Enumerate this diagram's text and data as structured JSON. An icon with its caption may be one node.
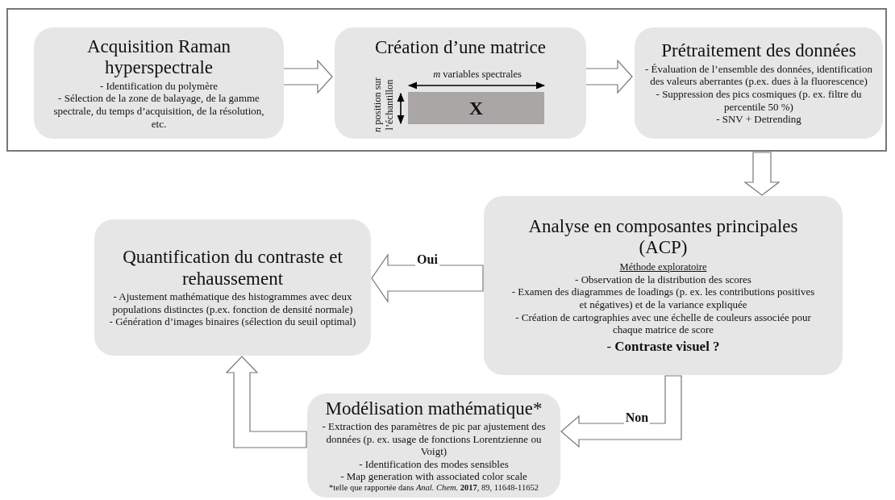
{
  "diagram": {
    "nodes": [
      {
        "text": [],
        "shape": "box"
      },
      {
        "text": [
          "Acquisition Raman hyperspectrale",
          "- Identification du polymère",
          "- Sélection de la zone de balayage, de la gamme spectrale, du temps d’acquisition, de la résolution, etc."
        ],
        "in": 0
      },
      {
        "text": [
          "Création d’une matrice",
          "*m* variables spectrales",
          "*n* position sur l’échantillon"
        ],
        "in": 0
      },
      {
        "text": [
          "X"
        ],
        "in": 2
      },
      {
        "text": [
          "Prétraitement des données",
          "- Évaluation de l’ensemble des données, identification des valeurs aberrantes (p.ex. dues à la fluorescence)",
          "- Suppression des pics cosmiques (p. ex. filtre du percentile 50 %)",
          "- SNV + Detrending"
        ],
        "in": 0
      },
      {
        "text": [
          "Analyse en composantes principales (ACP)",
          "Méthode exploratoire",
          "- Observation de la distribution des scores",
          "- Examen des diagrammes de loadings (p. ex. les contributions positives et négatives) et de la variance expliquée",
          "- Création de cartographies avec une échelle de couleurs associée pour chaque matrice de score",
          "- **Contraste visuel ?**"
        ]
      },
      {
        "text": [
          "Quantification du contraste et rehaussement",
          "- Ajustement mathématique des histogrammes avec deux populations distinctes (p.ex. fonction de densité normale)",
          "- Génération d’images binaires (sélection du seuil optimal)"
        ]
      },
      {
        "text": [
          "Modélisation mathématique*",
          "- Extraction des paramètres de pic par ajustement des données (p. ex. usage de fonctions Lorentzienne ou Voigt)",
          "- Identification des modes sensibles",
          "- Map generation with associated color scale",
          "*telle que rapportée dans *Anal. Chem.* **2017**, 89, 11648-11652"
        ]
      }
    ],
    "edges": [
      {
        "from": 1,
        "to": 2,
        "arrow": "to"
      },
      {
        "from": 2,
        "to": 4,
        "arrow": "to"
      },
      {
        "from": 0,
        "to": 5,
        "arrow": "to"
      },
      {
        "from": 5,
        "to": 6,
        "arrow": "to",
        "label": "Oui"
      },
      {
        "from": 5,
        "to": 7,
        "arrow": "to",
        "label": "Non"
      },
      {
        "from": 7,
        "to": 6,
        "arrow": "to"
      }
    ]
  }
}
